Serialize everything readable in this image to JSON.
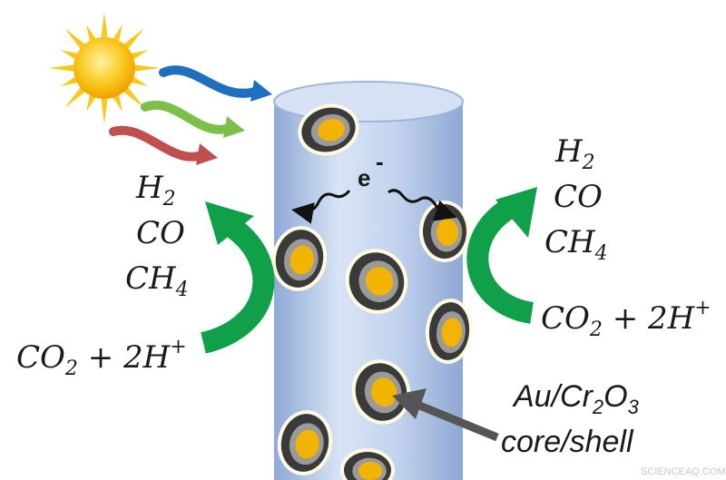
{
  "diagram": {
    "electron": {
      "symbol": "e",
      "charge": "-"
    },
    "left_products": [
      {
        "base": "H",
        "sub": "2"
      },
      {
        "base": "CO",
        "sub": ""
      },
      {
        "base": "CH",
        "sub": "4"
      }
    ],
    "right_products": [
      {
        "base": "H",
        "sub": "2"
      },
      {
        "base": "CO",
        "sub": ""
      },
      {
        "base": "CH",
        "sub": "4"
      }
    ],
    "left_reactant": {
      "co": "CO",
      "co_sub": "2",
      "plus": " + 2H",
      "sup": "+"
    },
    "right_reactant": {
      "co": "CO",
      "co_sub": "2",
      "plus": " + 2H",
      "sup": "+"
    },
    "catalyst_label": {
      "au": "Au/Cr",
      "sub1": "2",
      "o": "O",
      "sub2": "3",
      "line2": "core/shell"
    },
    "watermark": "SCIENCEAQ.COM",
    "colors": {
      "sun": "#f8c81e",
      "sun_core": "#f5a800",
      "ray_blue": "#1f6fbf",
      "ray_green": "#7cc04a",
      "ray_red": "#c0504d",
      "rod": "#b4c7e7",
      "arrow_green": "#11a04a",
      "particle_core": "#f2b400",
      "particle_shell": "#3a3a3a",
      "pointer": "#555555"
    }
  }
}
